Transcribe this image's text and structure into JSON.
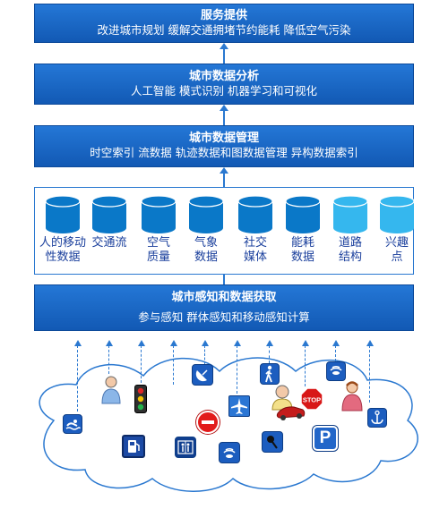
{
  "layers": {
    "service": {
      "title": "服务提供",
      "subtitle": "改进城市规划 缓解交通拥堵节约能耗 降低空气污染"
    },
    "analysis": {
      "title": "城市数据分析",
      "subtitle": "人工智能 模式识别 机器学习和可视化"
    },
    "management": {
      "title": "城市数据管理",
      "subtitle": "时空索引 流数据 轨迹数据和图数据管理 异构数据索引"
    },
    "acquisition": {
      "title": "城市感知和数据获取",
      "subtitle": "参与感知 群体感知和移动感知计算"
    }
  },
  "stores": [
    {
      "line1": "人的移动",
      "line2": "性数据",
      "color": "#0a78c8"
    },
    {
      "line1": "交通流",
      "line2": "",
      "color": "#0a78c8"
    },
    {
      "line1": "空气",
      "line2": "质量",
      "color": "#0a78c8"
    },
    {
      "line1": "气象",
      "line2": "数据",
      "color": "#0a78c8"
    },
    {
      "line1": "社交",
      "line2": "媒体",
      "color": "#0a78c8"
    },
    {
      "line1": "能耗",
      "line2": "数据",
      "color": "#0a78c8"
    },
    {
      "line1": "道路",
      "line2": "结构",
      "color": "#35b7ee"
    },
    {
      "line1": "兴趣",
      "line2": "点",
      "color": "#35b7ee"
    }
  ],
  "sensors": [
    "swimmer-icon",
    "person-icon",
    "traffic-light-icon",
    "satellite-dish-icon",
    "airplane-icon",
    "no-entry-icon",
    "pedestrian-icon",
    "driver-icon",
    "stop-sign-icon",
    "wifi-signal-icon",
    "woman-icon",
    "anchor-icon",
    "fuel-icon",
    "elevator-icon",
    "wireless-icon",
    "location-pin-icon",
    "parking-icon"
  ],
  "parking": {
    "label": "P"
  },
  "stopsign": {
    "label": "STOP"
  }
}
